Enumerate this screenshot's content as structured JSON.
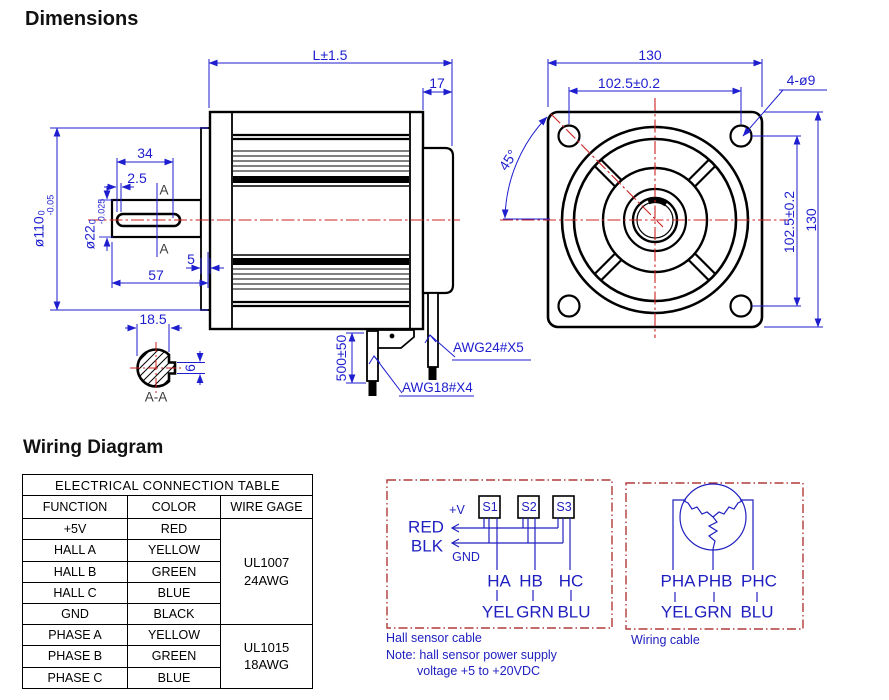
{
  "page": {
    "title_dimensions": "Dimensions",
    "title_wiring": "Wiring Diagram"
  },
  "colors": {
    "dimension_blue": "#1e1ecf",
    "diagram_navy": "#2020c0",
    "centerline_red": "#cc2222",
    "diagram_box_red": "#b03a3a",
    "drawing_black": "#000000"
  },
  "side_view": {
    "length": "L±1.5",
    "rear_cap_depth": "17",
    "keyway_length": "34",
    "keyway_offset": "2.5",
    "section_marker_top": "A",
    "section_marker_bottom": "A",
    "flange_diameter": {
      "main": "ø110",
      "sup": "0",
      "sub": "-0.05"
    },
    "shaft_diameter": {
      "main": "ø22",
      "sup": "0",
      "sub": "-0.025"
    },
    "pilot_depth": "5",
    "shaft_length": "57",
    "cable_length": "500±50",
    "hall_cable": "AWG24#X5",
    "phase_cable": "AWG18#X4",
    "section": {
      "flat_width": "18.5",
      "key_height": "6",
      "label": "A-A"
    }
  },
  "front_view": {
    "width": "130",
    "height": "130",
    "bolt_spacing_horizontal": "102.5±0.2",
    "bolt_spacing_vertical": "102.5±0.2",
    "bolt_holes": "4-ø9",
    "bolt_angle": "45°"
  },
  "table": {
    "title": "ELECTRICAL CONNECTION TABLE",
    "headers": [
      "FUNCTION",
      "COLOR",
      "WIRE GAGE"
    ],
    "rows": [
      {
        "function": "+5V",
        "color": "RED"
      },
      {
        "function": "HALL A",
        "color": "YELLOW"
      },
      {
        "function": "HALL B",
        "color": "GREEN"
      },
      {
        "function": "HALL C",
        "color": "BLUE"
      },
      {
        "function": "GND",
        "color": "BLACK"
      },
      {
        "function": "PHASE A",
        "color": "YELLOW"
      },
      {
        "function": "PHASE B",
        "color": "GREEN"
      },
      {
        "function": "PHASE C",
        "color": "BLUE"
      }
    ],
    "wire_gage_groups": [
      {
        "line1": "UL1007",
        "line2": "24AWG"
      },
      {
        "line1": "UL1015",
        "line2": "18AWG"
      }
    ]
  },
  "hall_diagram": {
    "sensors": [
      "S1",
      "S2",
      "S3"
    ],
    "supply_positive": "+V",
    "supply_ground": "GND",
    "wire_positive": "RED",
    "wire_ground": "BLK",
    "outputs": [
      "HA",
      "HB",
      "HC"
    ],
    "output_colors": [
      "YEL",
      "GRN",
      "BLU"
    ],
    "caption": "Hall sensor cable",
    "note_line1": "Note: hall sensor power supply",
    "note_line2": "voltage +5 to +20VDC"
  },
  "wiring_diagram": {
    "phases": [
      "PHA",
      "PHB",
      "PHC"
    ],
    "phase_colors": [
      "YEL",
      "GRN",
      "BLU"
    ],
    "caption": "Wiring cable"
  }
}
